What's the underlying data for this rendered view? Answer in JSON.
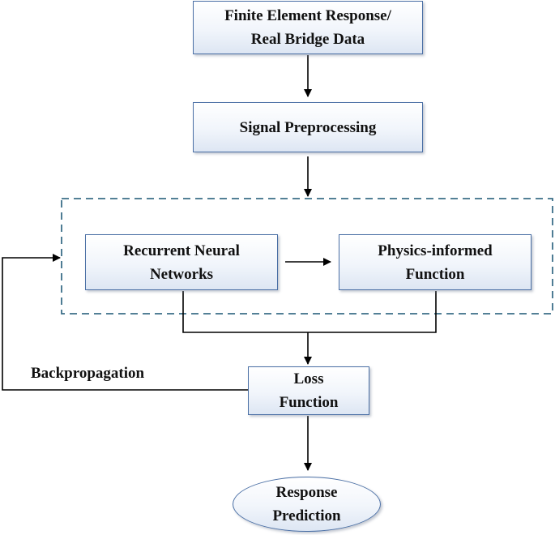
{
  "nodes": {
    "data_source": "Finite Element Response/\nReal Bridge Data",
    "preprocessing": "Signal Preprocessing",
    "rnn": "Recurrent Neural\nNetworks",
    "physics": "Physics-informed\nFunction",
    "loss": "Loss\nFunction",
    "prediction": "Response\nPrediction"
  },
  "edges": {
    "backprop_label": "Backpropagation"
  },
  "colors": {
    "node_border": "#4a6fa5",
    "group_border": "#3b6e88",
    "arrow": "#000000"
  }
}
